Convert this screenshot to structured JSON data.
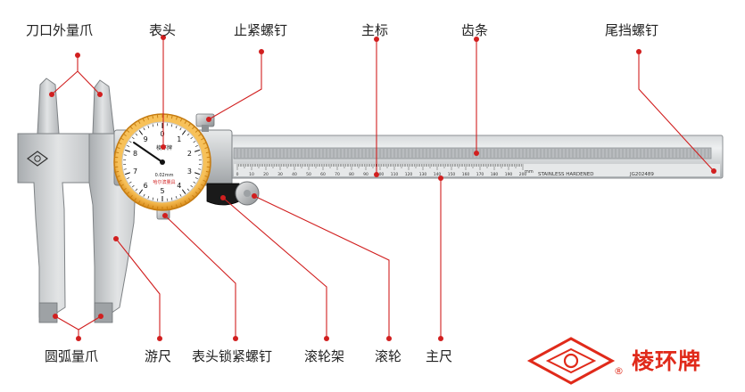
{
  "labels": {
    "knife_jaw": "刀口外量爪",
    "dial": "表头",
    "stop_screw": "止紧螺钉",
    "main_scale": "主标",
    "rack": "齿条",
    "tail_screw": "尾挡螺钉",
    "arc_jaw": "圆弧量爪",
    "vernier": "游尺",
    "dial_lock_screw": "表头锁紧螺钉",
    "roller_frame": "滚轮架",
    "roller": "滚轮",
    "main_ruler": "主尺"
  },
  "brand": {
    "name": "棱环牌",
    "registered": "®"
  },
  "dial": {
    "brand_mark": "棱环牌",
    "unit": "0.02mm",
    "maker": "哈尔滨量具",
    "numbers": [
      "0",
      "1",
      "2",
      "3",
      "4",
      "5",
      "6",
      "7",
      "8",
      "9"
    ]
  },
  "ruler": {
    "text": "STAINLESS HARDENED",
    "serial": "JG202489",
    "unit": "mm",
    "scale_numbers": [
      "0",
      "10",
      "20",
      "30",
      "40",
      "50",
      "60",
      "70",
      "80",
      "90",
      "100",
      "110",
      "120",
      "130",
      "140",
      "150",
      "160",
      "170",
      "180",
      "190",
      "200"
    ]
  },
  "colors": {
    "accent_red": "#e02a1a",
    "leader_line": "#d11f1f",
    "steel": "#c9ccce",
    "dial_bezel": "#f0a329"
  }
}
